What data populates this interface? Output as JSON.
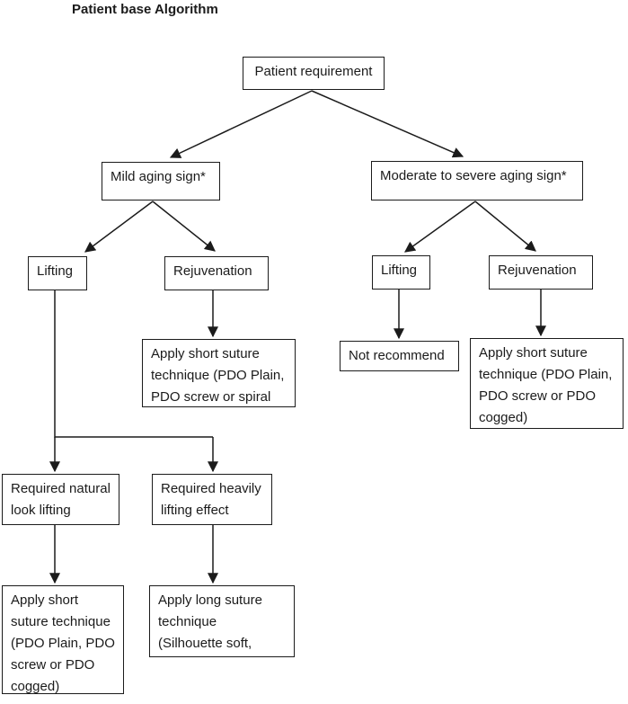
{
  "page": {
    "title": "Patient base Algorithm"
  },
  "flowchart": {
    "nodes": {
      "patient_requirement": {
        "label": "Patient requirement"
      },
      "mild_aging": {
        "label": "Mild aging sign*"
      },
      "moderate_severe_aging": {
        "label": "Moderate to severe aging sign*"
      },
      "mild_lifting": {
        "label": "Lifting"
      },
      "mild_rejuvenation": {
        "label": "Rejuvenation"
      },
      "severe_lifting": {
        "label": "Lifting"
      },
      "severe_rejuvenation": {
        "label": "Rejuvenation"
      },
      "mild_rejuvenation_apply": {
        "label": "Apply short suture\ntechnique (PDO Plain,\nPDO screw or spiral"
      },
      "not_recommend": {
        "label": "Not recommend"
      },
      "severe_rejuvenation_apply": {
        "label": "Apply short suture\ntechnique (PDO Plain,\nPDO screw or PDO\ncogged)"
      },
      "required_natural_look": {
        "label": "Required natural\nlook lifting"
      },
      "required_heavy_lifting": {
        "label": "Required heavily\nlifting effect"
      },
      "natural_look_apply": {
        "label": "Apply short\nsuture technique\n(PDO Plain, PDO\nscrew or PDO\ncogged)"
      },
      "heavy_lifting_apply": {
        "label": "Apply long suture\ntechnique\n(Silhouette soft,"
      }
    },
    "edges": [
      {
        "from": "patient_requirement",
        "to": "mild_aging"
      },
      {
        "from": "patient_requirement",
        "to": "moderate_severe_aging"
      },
      {
        "from": "mild_aging",
        "to": "mild_lifting"
      },
      {
        "from": "mild_aging",
        "to": "mild_rejuvenation"
      },
      {
        "from": "moderate_severe_aging",
        "to": "severe_lifting"
      },
      {
        "from": "moderate_severe_aging",
        "to": "severe_rejuvenation"
      },
      {
        "from": "mild_rejuvenation",
        "to": "mild_rejuvenation_apply"
      },
      {
        "from": "severe_lifting",
        "to": "not_recommend"
      },
      {
        "from": "severe_rejuvenation",
        "to": "severe_rejuvenation_apply"
      },
      {
        "from": "mild_lifting",
        "to": "required_natural_look"
      },
      {
        "from": "mild_lifting",
        "to": "required_heavy_lifting"
      },
      {
        "from": "required_natural_look",
        "to": "natural_look_apply"
      },
      {
        "from": "required_heavy_lifting",
        "to": "heavy_lifting_apply"
      }
    ]
  }
}
